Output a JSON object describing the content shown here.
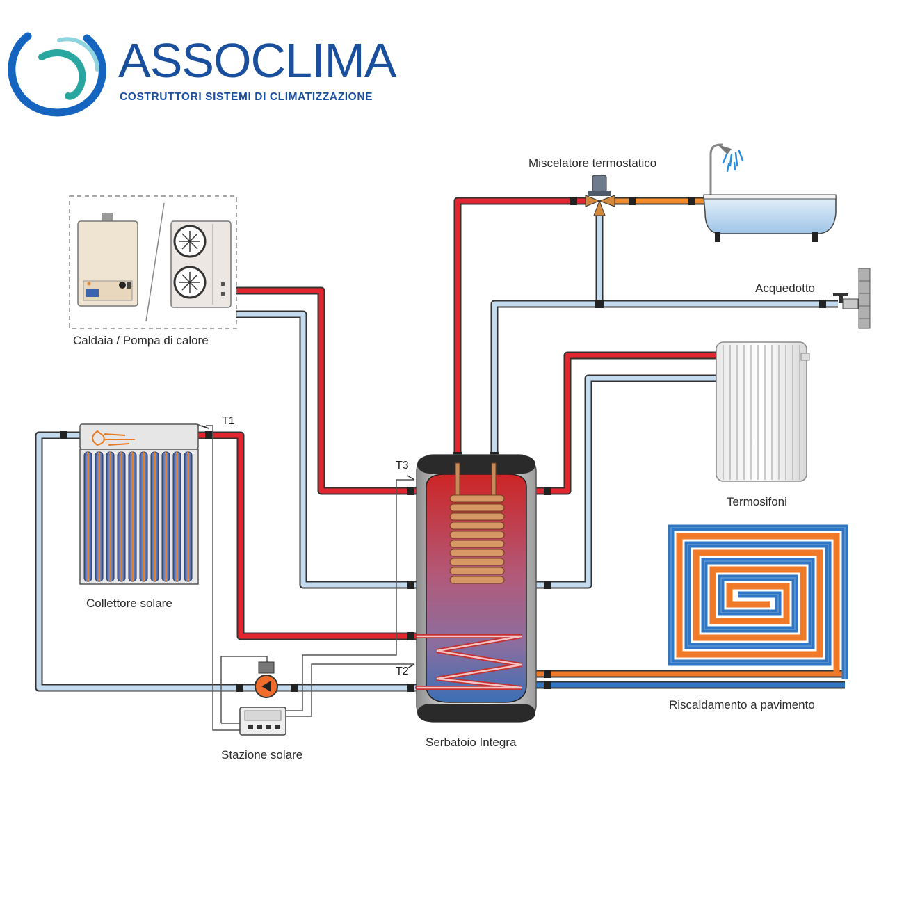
{
  "brand": {
    "name": "ASSOCLIMA",
    "tagline": "COSTRUTTORI SISTEMI DI CLIMATIZZAZIONE",
    "colors": {
      "blue": "#1a4f9e",
      "teal": "#2aa6a0",
      "ring": "#1565c0"
    }
  },
  "labels": {
    "boiler": "Caldaia / Pompa di calore",
    "mixer": "Miscelatore termostatico",
    "aqueduct": "Acquedotto",
    "radiators": "Termosifoni",
    "solar_collector": "Collettore solare",
    "floor_heating": "Riscaldamento a pavimento",
    "solar_station": "Stazione solare",
    "tank": "Serbatoio Integra"
  },
  "sensors": {
    "t1": "T1",
    "t2": "T2",
    "t3": "T3"
  },
  "colors": {
    "hot_pipe": "#e2262f",
    "cold_pipe": "#bcd5ea",
    "pipe_outline": "#3b3b3b",
    "floor_hot": "#f07a28",
    "floor_cold": "#2f77c4",
    "tank_top": "#cf2a2a",
    "tank_bottom": "#2f6fb4",
    "copper_coil": "#c98a5a"
  },
  "icons": {
    "logo": "assoclima-logo-icon",
    "shower": "shower-icon",
    "tap": "tap-icon",
    "pump": "pump-icon",
    "fan": "fan-icon"
  }
}
